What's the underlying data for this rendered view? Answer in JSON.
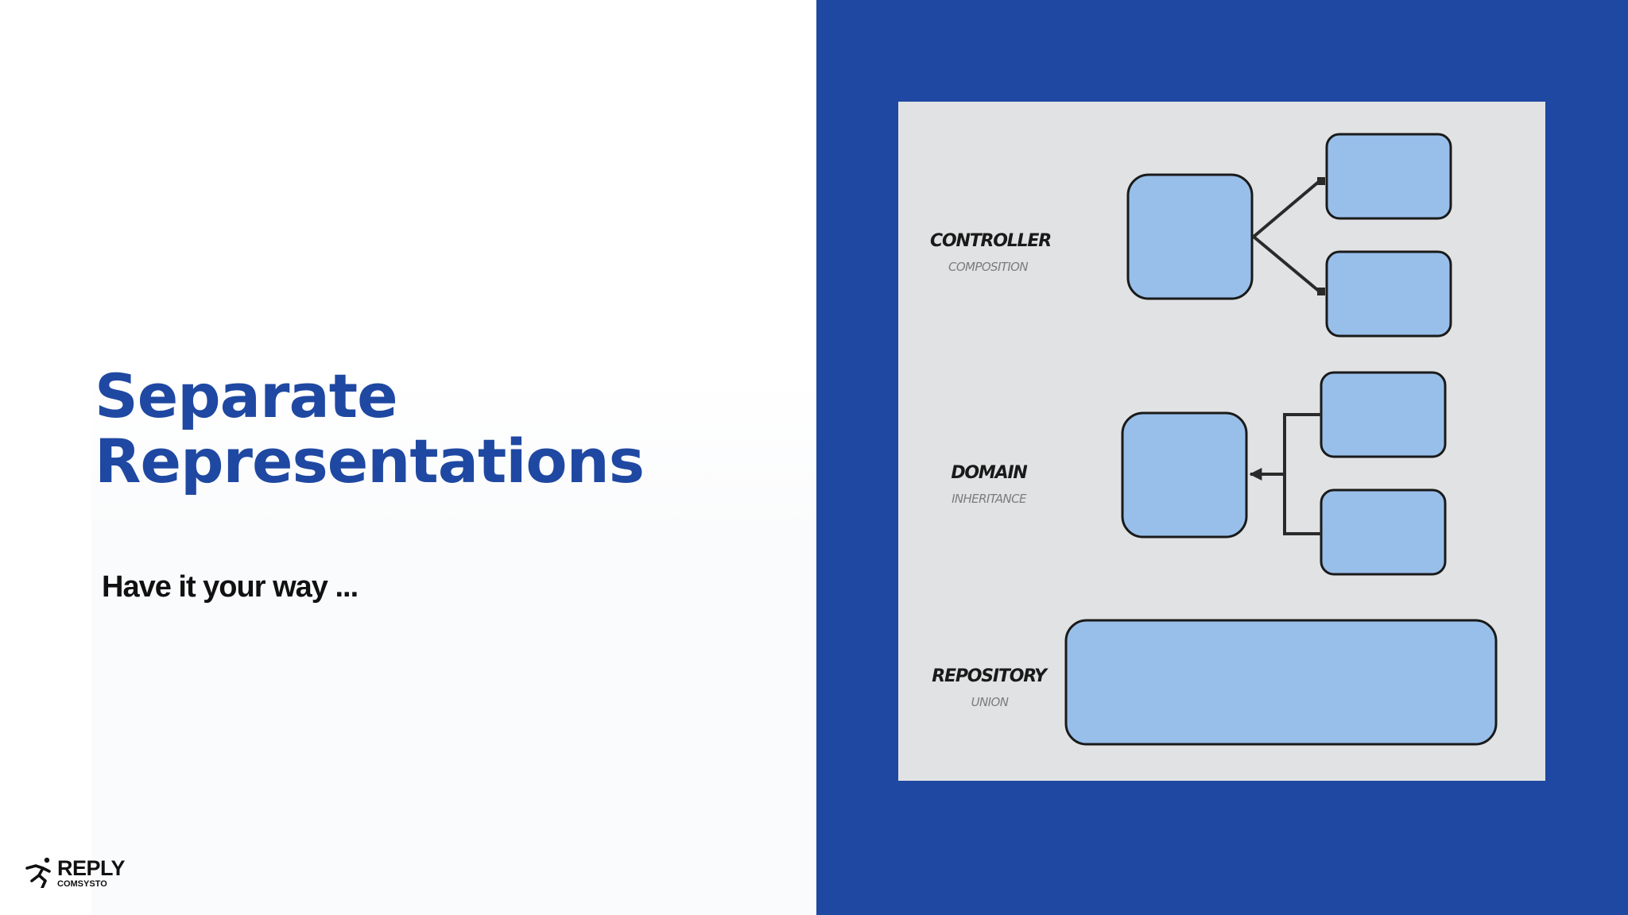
{
  "slide": {
    "title_line1": "Separate",
    "title_line2": "Representations",
    "subtitle": "Have it your way ...",
    "colors": {
      "brand_blue": "#1f48a2",
      "diagram_background": "#e1e2e3",
      "box_fill": "#98bfea",
      "outline": "#1a1a1a"
    }
  },
  "logo": {
    "name": "REPLY",
    "sub": "COMSYSTO",
    "icon": "running-figure-icon"
  },
  "diagram": {
    "layers": [
      {
        "name": "CONTROLLER",
        "relation": "COMPOSITION"
      },
      {
        "name": "DOMAIN",
        "relation": "INHERITANCE"
      },
      {
        "name": "REPOSITORY",
        "relation": "UNION"
      }
    ]
  }
}
